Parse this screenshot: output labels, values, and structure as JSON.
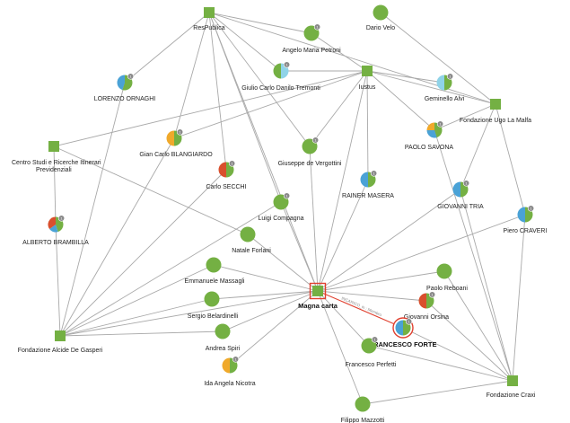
{
  "colors": {
    "green": "#74b043",
    "blue": "#4aa2d6",
    "light_blue": "#8fd3e8",
    "orange": "#f0a92b",
    "red": "#d94f2d",
    "highlight": "#e0402f",
    "badge": "#8a8a8a",
    "edge": "#a9a9a9"
  },
  "edge_label": "INCARICO_in : Membro",
  "nodes": [
    {
      "id": "respublica",
      "label": "ResPublica",
      "shape": "square",
      "color": "green"
    },
    {
      "id": "dario_velo",
      "label": "Dario Velo",
      "shape": "circle",
      "color": "green"
    },
    {
      "id": "petroni",
      "label": "Angelo Maria Petroni",
      "shape": "circle",
      "color": "green",
      "badge": "1"
    },
    {
      "id": "ornaghi",
      "label": "LORENZO ORNAGHI",
      "shape": "circle",
      "slices": [
        [
          "green",
          0.55
        ],
        [
          "blue",
          0.45
        ]
      ],
      "badge": "1"
    },
    {
      "id": "tremonti",
      "label": "Giulio Carlo Danilo Tremonti",
      "shape": "circle",
      "slices": [
        [
          "light_blue",
          0.5
        ],
        [
          "green",
          0.5
        ]
      ],
      "badge": "1"
    },
    {
      "id": "iustus",
      "label": "Iustus",
      "shape": "square",
      "color": "green"
    },
    {
      "id": "alvi",
      "label": "Geminello Alvi",
      "shape": "circle",
      "slices": [
        [
          "green",
          0.5
        ],
        [
          "light_blue",
          0.5
        ]
      ],
      "badge": "1"
    },
    {
      "id": "la_malfa",
      "label": "Fondazione Ugo La Malfa",
      "shape": "square",
      "color": "green"
    },
    {
      "id": "savona",
      "label": "PAOLO SAVONA",
      "shape": "circle",
      "slices": [
        [
          "green",
          0.45
        ],
        [
          "blue",
          0.3
        ],
        [
          "orange",
          0.25
        ]
      ],
      "badge": "1"
    },
    {
      "id": "centro_studi",
      "label": "Centro Studi e Ricerche Itinerari Previdenziali",
      "shape": "square",
      "color": "green"
    },
    {
      "id": "blangiardo",
      "label": "Gian Carlo BLANGIARDO",
      "shape": "circle",
      "slices": [
        [
          "green",
          0.5
        ],
        [
          "orange",
          0.5
        ]
      ],
      "badge": "1"
    },
    {
      "id": "vergottini",
      "label": "Giuseppe de Vergottini",
      "shape": "circle",
      "color": "green",
      "badge": "1"
    },
    {
      "id": "secchi",
      "label": "Carlo SECCHI",
      "shape": "circle",
      "slices": [
        [
          "green",
          0.5
        ],
        [
          "red",
          0.5
        ]
      ],
      "badge": "1"
    },
    {
      "id": "masera",
      "label": "RAINER MASERA",
      "shape": "circle",
      "slices": [
        [
          "green",
          0.5
        ],
        [
          "blue",
          0.5
        ]
      ],
      "badge": "1"
    },
    {
      "id": "tria",
      "label": "GIOVANNI TRIA",
      "shape": "circle",
      "slices": [
        [
          "green",
          0.5
        ],
        [
          "blue",
          0.5
        ]
      ],
      "badge": "1"
    },
    {
      "id": "brambilla",
      "label": "ALBERTO BRAMBILLA",
      "shape": "circle",
      "slices": [
        [
          "green",
          0.45
        ],
        [
          "blue",
          0.2
        ],
        [
          "red",
          0.35
        ]
      ],
      "badge": "1"
    },
    {
      "id": "compagna",
      "label": "Luigi Compagna",
      "shape": "circle",
      "color": "green",
      "badge": "1"
    },
    {
      "id": "craveri",
      "label": "Piero CRAVERI",
      "shape": "circle",
      "slices": [
        [
          "green",
          0.5
        ],
        [
          "blue",
          0.5
        ]
      ],
      "badge": "1"
    },
    {
      "id": "forlani",
      "label": "Natale Forlani",
      "shape": "circle",
      "color": "green"
    },
    {
      "id": "massagli",
      "label": "Emmanuele Massagli",
      "shape": "circle",
      "color": "green"
    },
    {
      "id": "magna_carta",
      "label": "Magna carta",
      "shape": "square",
      "color": "green",
      "selected": true
    },
    {
      "id": "reboani",
      "label": "Paolo Reboani",
      "shape": "circle",
      "color": "green"
    },
    {
      "id": "orsina",
      "label": "Giovanni Orsina",
      "shape": "circle",
      "slices": [
        [
          "green",
          0.5
        ],
        [
          "red",
          0.5
        ]
      ],
      "badge": "1"
    },
    {
      "id": "belardinelli",
      "label": "Sergio Belardinelli",
      "shape": "circle",
      "color": "green"
    },
    {
      "id": "forte",
      "label": "FRANCESCO FORTE",
      "shape": "circle",
      "slices": [
        [
          "green",
          0.5
        ],
        [
          "blue",
          0.5
        ]
      ],
      "badge": "1",
      "selected": true
    },
    {
      "id": "degasperi",
      "label": "Fondazione Alcide De Gasperi",
      "shape": "square",
      "color": "green"
    },
    {
      "id": "spiri",
      "label": "Andrea Spiri",
      "shape": "circle",
      "color": "green"
    },
    {
      "id": "perfetti",
      "label": "Francesco Perfetti",
      "shape": "circle",
      "color": "green",
      "badge": "1"
    },
    {
      "id": "nicotra",
      "label": "Ida Angela Nicotra",
      "shape": "circle",
      "slices": [
        [
          "green",
          0.5
        ],
        [
          "orange",
          0.5
        ]
      ],
      "badge": "1"
    },
    {
      "id": "craxi",
      "label": "Fondazione Craxi",
      "shape": "square",
      "color": "green"
    },
    {
      "id": "mazzotti",
      "label": "Filippo Mazzotti",
      "shape": "circle",
      "color": "green"
    }
  ],
  "edges": [
    [
      "respublica",
      "petroni"
    ],
    [
      "respublica",
      "tremonti"
    ],
    [
      "respublica",
      "ornaghi"
    ],
    [
      "respublica",
      "blangiardo"
    ],
    [
      "respublica",
      "secchi"
    ],
    [
      "respublica",
      "vergottini"
    ],
    [
      "respublica",
      "compagna"
    ],
    [
      "respublica",
      "la_malfa"
    ],
    [
      "respublica",
      "magna_carta"
    ],
    [
      "dario_velo",
      "la_malfa"
    ],
    [
      "iustus",
      "petroni"
    ],
    [
      "iustus",
      "tremonti"
    ],
    [
      "iustus",
      "alvi"
    ],
    [
      "iustus",
      "savona"
    ],
    [
      "iustus",
      "vergottini"
    ],
    [
      "iustus",
      "masera"
    ],
    [
      "iustus",
      "blangiardo"
    ],
    [
      "iustus",
      "la_malfa"
    ],
    [
      "iustus",
      "magna_carta"
    ],
    [
      "iustus",
      "centro_studi"
    ],
    [
      "la_malfa",
      "savona"
    ],
    [
      "la_malfa",
      "tria"
    ],
    [
      "la_malfa",
      "craveri"
    ],
    [
      "centro_studi",
      "brambilla"
    ],
    [
      "centro_studi",
      "forlani"
    ],
    [
      "ornaghi",
      "degasperi"
    ],
    [
      "blangiardo",
      "degasperi"
    ],
    [
      "secchi",
      "degasperi"
    ],
    [
      "brambilla",
      "degasperi"
    ],
    [
      "massagli",
      "degasperi"
    ],
    [
      "belardinelli",
      "degasperi"
    ],
    [
      "spiri",
      "degasperi"
    ],
    [
      "magna_carta",
      "degasperi"
    ],
    [
      "compagna",
      "degasperi"
    ],
    [
      "magna_carta",
      "forlani"
    ],
    [
      "magna_carta",
      "massagli"
    ],
    [
      "magna_carta",
      "belardinelli"
    ],
    [
      "magna_carta",
      "spiri"
    ],
    [
      "magna_carta",
      "nicotra"
    ],
    [
      "magna_carta",
      "reboani"
    ],
    [
      "magna_carta",
      "orsina"
    ],
    [
      "magna_carta",
      "masera"
    ],
    [
      "magna_carta",
      "tria"
    ],
    [
      "magna_carta",
      "craveri"
    ],
    [
      "magna_carta",
      "perfetti"
    ],
    [
      "magna_carta",
      "mazzotti"
    ],
    [
      "magna_carta",
      "vergottini"
    ],
    [
      "magna_carta",
      "compagna"
    ],
    [
      "craxi",
      "forte"
    ],
    [
      "craxi",
      "orsina"
    ],
    [
      "craxi",
      "reboani"
    ],
    [
      "craxi",
      "perfetti"
    ],
    [
      "craxi",
      "mazzotti"
    ],
    [
      "craxi",
      "tria"
    ],
    [
      "craxi",
      "craveri"
    ],
    [
      "craxi",
      "savona"
    ]
  ],
  "highlight_edge": [
    "magna_carta",
    "forte"
  ]
}
